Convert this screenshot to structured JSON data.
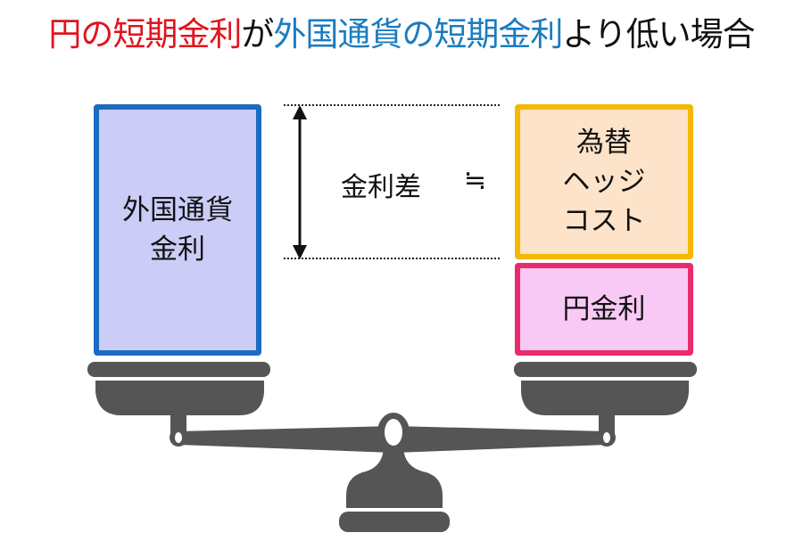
{
  "title": {
    "part1": "円の短期金利",
    "part2": "が",
    "part3": "外国通貨の短期金利",
    "part4": "より低い場合"
  },
  "left_box": {
    "label": "外国通貨\n金利"
  },
  "right_boxes": {
    "hedge_cost": "為替\nヘッジ\nコスト",
    "yen_rate": "円金利"
  },
  "middle": {
    "spread_label": "金利差",
    "approx_symbol": "≒"
  },
  "colors": {
    "red": "#e0141e",
    "blue": "#1a7cc0",
    "scale": "#555555"
  }
}
